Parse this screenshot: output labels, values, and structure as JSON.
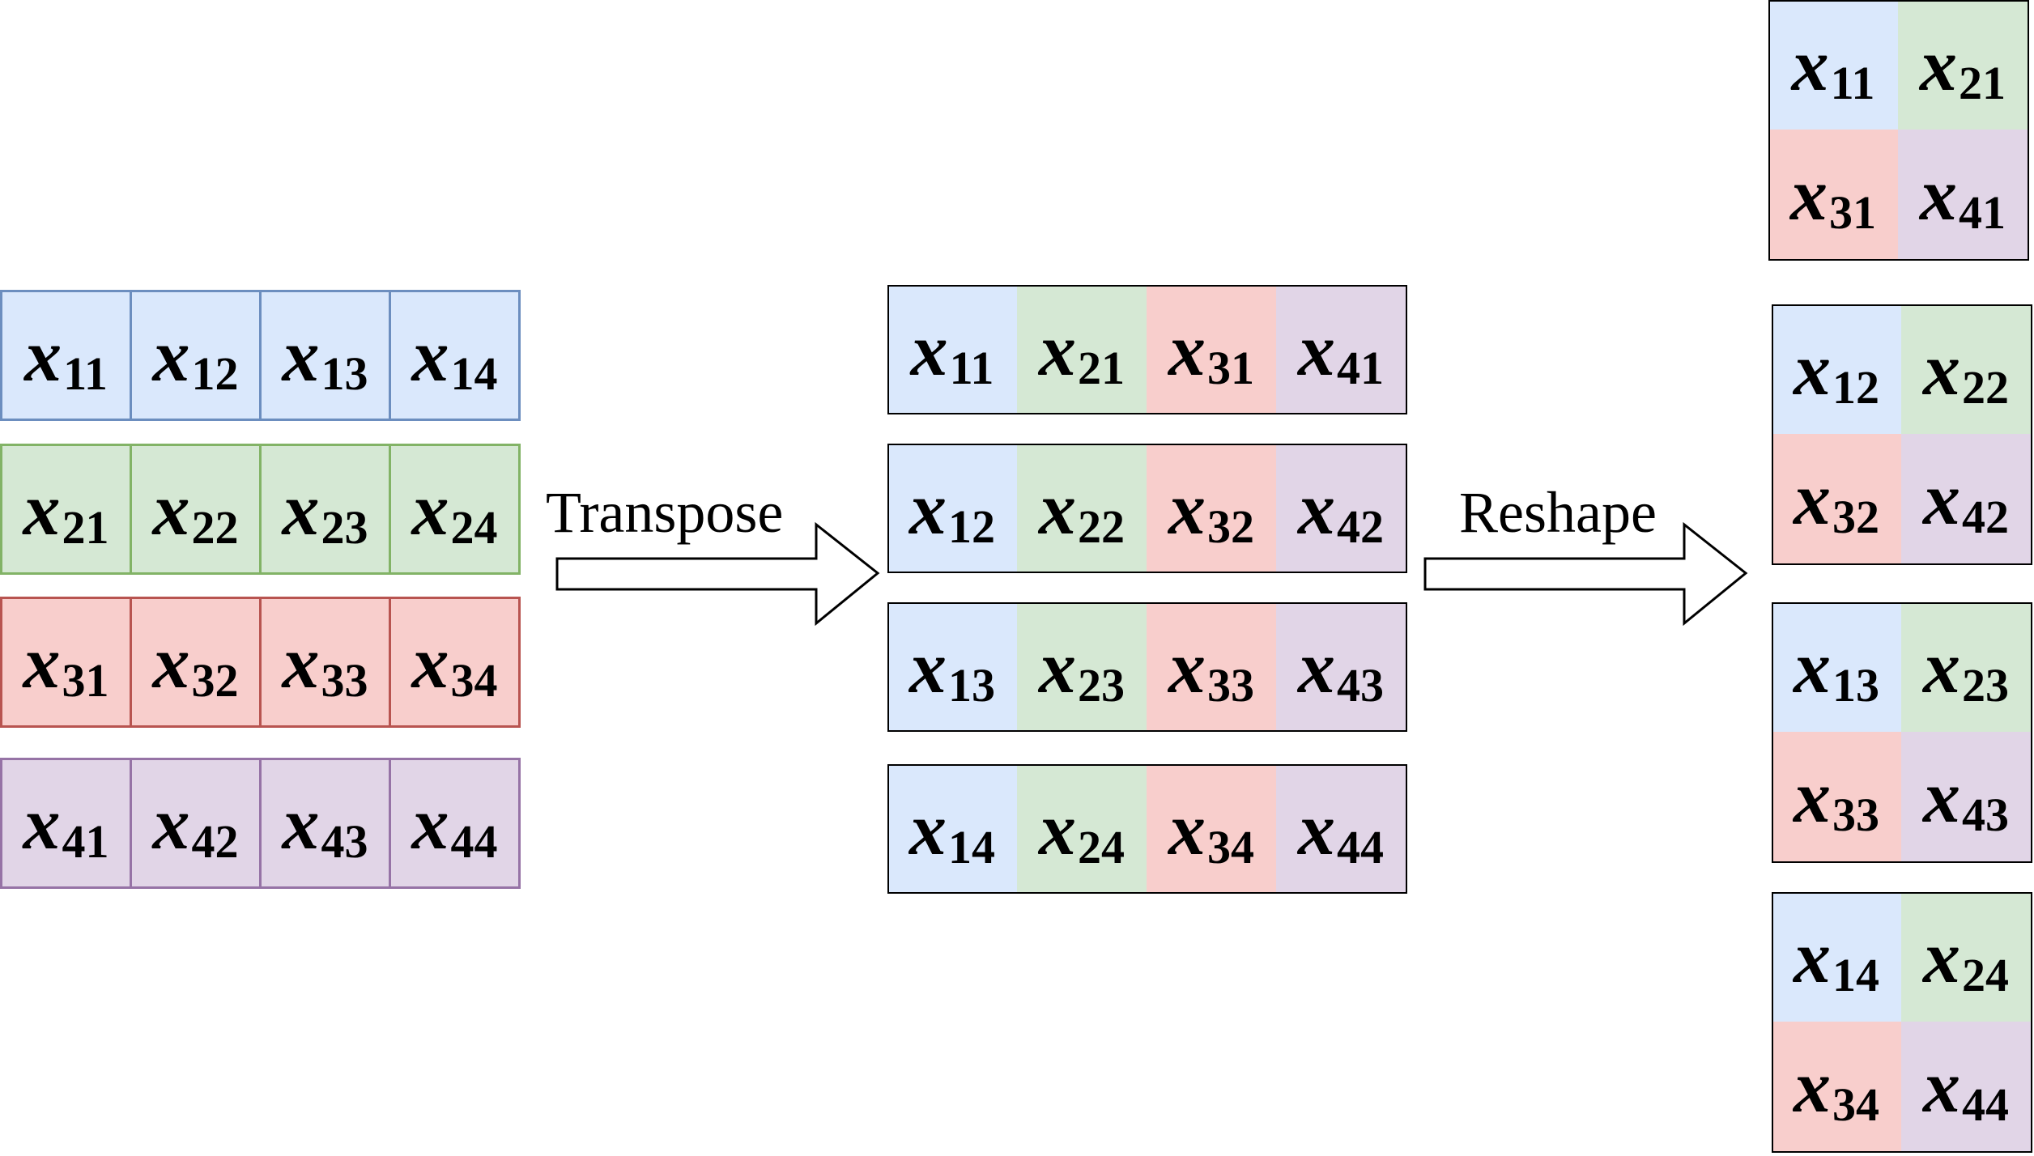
{
  "left_rows": [
    {
      "color": "blue",
      "cells": [
        {
          "v": "x",
          "s": "11"
        },
        {
          "v": "x",
          "s": "12"
        },
        {
          "v": "x",
          "s": "13"
        },
        {
          "v": "x",
          "s": "14"
        }
      ]
    },
    {
      "color": "green",
      "cells": [
        {
          "v": "x",
          "s": "21"
        },
        {
          "v": "x",
          "s": "22"
        },
        {
          "v": "x",
          "s": "23"
        },
        {
          "v": "x",
          "s": "24"
        }
      ]
    },
    {
      "color": "red",
      "cells": [
        {
          "v": "x",
          "s": "31"
        },
        {
          "v": "x",
          "s": "32"
        },
        {
          "v": "x",
          "s": "33"
        },
        {
          "v": "x",
          "s": "34"
        }
      ]
    },
    {
      "color": "purple",
      "cells": [
        {
          "v": "x",
          "s": "41"
        },
        {
          "v": "x",
          "s": "42"
        },
        {
          "v": "x",
          "s": "43"
        },
        {
          "v": "x",
          "s": "44"
        }
      ]
    }
  ],
  "middle_rows": [
    {
      "cells": [
        {
          "v": "x",
          "s": "11",
          "color": "blue"
        },
        {
          "v": "x",
          "s": "21",
          "color": "green"
        },
        {
          "v": "x",
          "s": "31",
          "color": "red"
        },
        {
          "v": "x",
          "s": "41",
          "color": "purple"
        }
      ]
    },
    {
      "cells": [
        {
          "v": "x",
          "s": "12",
          "color": "blue"
        },
        {
          "v": "x",
          "s": "22",
          "color": "green"
        },
        {
          "v": "x",
          "s": "32",
          "color": "red"
        },
        {
          "v": "x",
          "s": "42",
          "color": "purple"
        }
      ]
    },
    {
      "cells": [
        {
          "v": "x",
          "s": "13",
          "color": "blue"
        },
        {
          "v": "x",
          "s": "23",
          "color": "green"
        },
        {
          "v": "x",
          "s": "33",
          "color": "red"
        },
        {
          "v": "x",
          "s": "43",
          "color": "purple"
        }
      ]
    },
    {
      "cells": [
        {
          "v": "x",
          "s": "14",
          "color": "blue"
        },
        {
          "v": "x",
          "s": "24",
          "color": "green"
        },
        {
          "v": "x",
          "s": "34",
          "color": "red"
        },
        {
          "v": "x",
          "s": "44",
          "color": "purple"
        }
      ]
    }
  ],
  "right_blocks": [
    {
      "cells": [
        {
          "v": "x",
          "s": "11",
          "color": "blue"
        },
        {
          "v": "x",
          "s": "21",
          "color": "green"
        },
        {
          "v": "x",
          "s": "31",
          "color": "red"
        },
        {
          "v": "x",
          "s": "41",
          "color": "purple"
        }
      ]
    },
    {
      "cells": [
        {
          "v": "x",
          "s": "12",
          "color": "blue"
        },
        {
          "v": "x",
          "s": "22",
          "color": "green"
        },
        {
          "v": "x",
          "s": "32",
          "color": "red"
        },
        {
          "v": "x",
          "s": "42",
          "color": "purple"
        }
      ]
    },
    {
      "cells": [
        {
          "v": "x",
          "s": "13",
          "color": "blue"
        },
        {
          "v": "x",
          "s": "23",
          "color": "green"
        },
        {
          "v": "x",
          "s": "33",
          "color": "red"
        },
        {
          "v": "x",
          "s": "43",
          "color": "purple"
        }
      ]
    },
    {
      "cells": [
        {
          "v": "x",
          "s": "14",
          "color": "blue"
        },
        {
          "v": "x",
          "s": "24",
          "color": "green"
        },
        {
          "v": "x",
          "s": "34",
          "color": "red"
        },
        {
          "v": "x",
          "s": "44",
          "color": "purple"
        }
      ]
    }
  ],
  "arrows": {
    "transpose_label": "Transpose",
    "reshape_label": "Reshape"
  },
  "colors": {
    "blue": "#dae8fc",
    "green": "#d5e8d4",
    "red": "#f8cecc",
    "purple": "#e1d5e7",
    "blue_border": "#6c8ebf",
    "green_border": "#82b366",
    "red_border": "#b85450",
    "purple_border": "#9673a6"
  }
}
